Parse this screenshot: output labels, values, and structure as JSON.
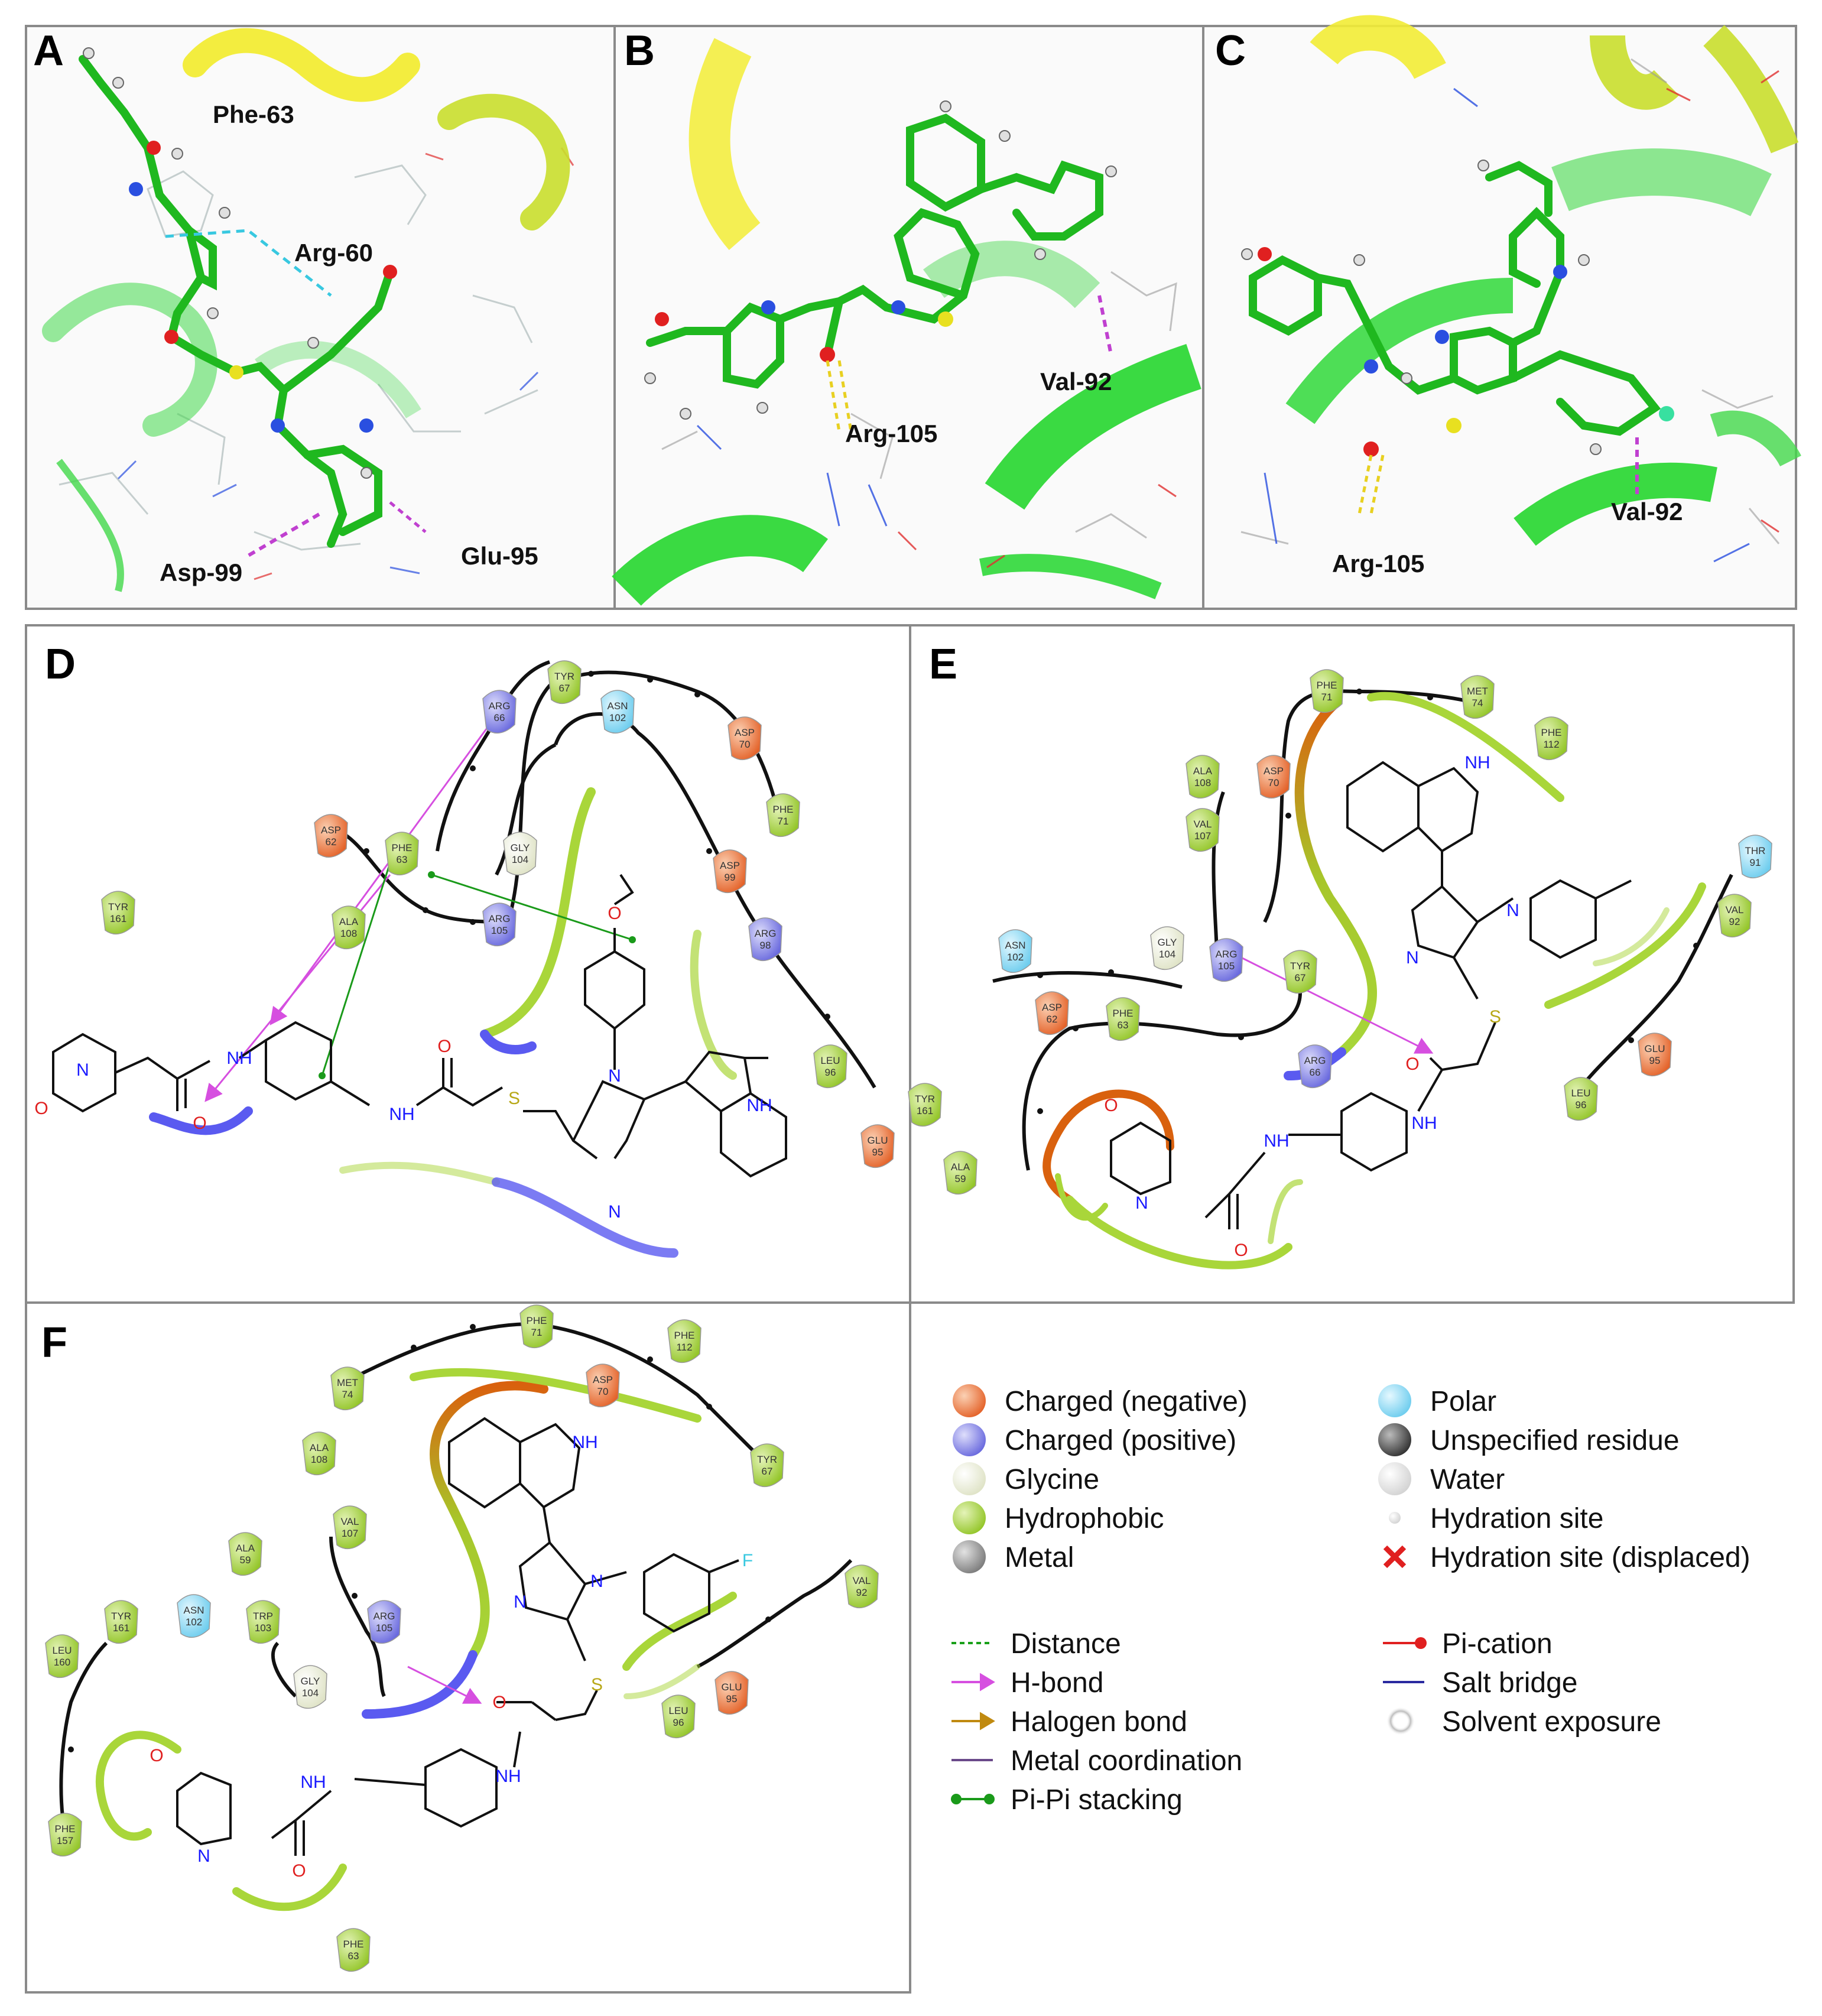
{
  "panels": {
    "A": {
      "letter": "A",
      "residues": [
        "Phe-63",
        "Arg-60",
        "Asp-99",
        "Glu-95"
      ]
    },
    "B": {
      "letter": "B",
      "residues": [
        "Val-92",
        "Arg-105"
      ]
    },
    "C": {
      "letter": "C",
      "residues": [
        "Arg-105",
        "Val-92"
      ]
    },
    "D": {
      "letter": "D"
    },
    "E": {
      "letter": "E"
    },
    "F": {
      "letter": "F"
    }
  },
  "colors": {
    "negative": "#ef7f3b",
    "positive": "#8f8fee",
    "glycine": "#f2f4e3",
    "hydrophobic": "#a9d63a",
    "polar": "#8fdcf3",
    "helix_green": "#42d84a",
    "helix_yellow": "#f2ec35",
    "hbond": "#d64fe0",
    "pipi": "#1a9a1a"
  },
  "residues_D": [
    {
      "name": "TYR",
      "num": "67",
      "type": "hydrophobic"
    },
    {
      "name": "ARG",
      "num": "66",
      "type": "positive"
    },
    {
      "name": "ASN",
      "num": "102",
      "type": "polar"
    },
    {
      "name": "ASP",
      "num": "70",
      "type": "negative"
    },
    {
      "name": "PHE",
      "num": "71",
      "type": "hydrophobic"
    },
    {
      "name": "ASP",
      "num": "62",
      "type": "negative"
    },
    {
      "name": "PHE",
      "num": "63",
      "type": "hydrophobic"
    },
    {
      "name": "GLY",
      "num": "104",
      "type": "glycine"
    },
    {
      "name": "TYR",
      "num": "161",
      "type": "hydrophobic"
    },
    {
      "name": "ALA",
      "num": "108",
      "type": "hydrophobic"
    },
    {
      "name": "ARG",
      "num": "105",
      "type": "positive"
    },
    {
      "name": "ASP",
      "num": "99",
      "type": "negative"
    },
    {
      "name": "ARG",
      "num": "98",
      "type": "positive"
    },
    {
      "name": "LEU",
      "num": "96",
      "type": "hydrophobic"
    },
    {
      "name": "GLU",
      "num": "95",
      "type": "negative"
    }
  ],
  "residues_E": [
    {
      "name": "PHE",
      "num": "71",
      "type": "hydrophobic"
    },
    {
      "name": "MET",
      "num": "74",
      "type": "hydrophobic"
    },
    {
      "name": "PHE",
      "num": "112",
      "type": "hydrophobic"
    },
    {
      "name": "ALA",
      "num": "108",
      "type": "hydrophobic"
    },
    {
      "name": "ASP",
      "num": "70",
      "type": "negative"
    },
    {
      "name": "VAL",
      "num": "107",
      "type": "hydrophobic"
    },
    {
      "name": "THR",
      "num": "91",
      "type": "polar"
    },
    {
      "name": "VAL",
      "num": "92",
      "type": "hydrophobic"
    },
    {
      "name": "ASN",
      "num": "102",
      "type": "polar"
    },
    {
      "name": "GLY",
      "num": "104",
      "type": "glycine"
    },
    {
      "name": "ARG",
      "num": "105",
      "type": "positive"
    },
    {
      "name": "TYR",
      "num": "67",
      "type": "hydrophobic"
    },
    {
      "name": "ASP",
      "num": "62",
      "type": "negative"
    },
    {
      "name": "PHE",
      "num": "63",
      "type": "hydrophobic"
    },
    {
      "name": "ARG",
      "num": "66",
      "type": "positive"
    },
    {
      "name": "GLU",
      "num": "95",
      "type": "negative"
    },
    {
      "name": "LEU",
      "num": "96",
      "type": "hydrophobic"
    },
    {
      "name": "TYR",
      "num": "161",
      "type": "hydrophobic"
    },
    {
      "name": "ALA",
      "num": "59",
      "type": "hydrophobic"
    }
  ],
  "residues_F": [
    {
      "name": "PHE",
      "num": "71",
      "type": "hydrophobic"
    },
    {
      "name": "PHE",
      "num": "112",
      "type": "hydrophobic"
    },
    {
      "name": "MET",
      "num": "74",
      "type": "hydrophobic"
    },
    {
      "name": "ASP",
      "num": "70",
      "type": "negative"
    },
    {
      "name": "TYR",
      "num": "67",
      "type": "hydrophobic"
    },
    {
      "name": "ALA",
      "num": "108",
      "type": "hydrophobic"
    },
    {
      "name": "VAL",
      "num": "107",
      "type": "hydrophobic"
    },
    {
      "name": "ALA",
      "num": "59",
      "type": "hydrophobic"
    },
    {
      "name": "TYR",
      "num": "161",
      "type": "hydrophobic"
    },
    {
      "name": "ASN",
      "num": "102",
      "type": "polar"
    },
    {
      "name": "TRP",
      "num": "103",
      "type": "hydrophobic"
    },
    {
      "name": "ARG",
      "num": "105",
      "type": "positive"
    },
    {
      "name": "VAL",
      "num": "92",
      "type": "hydrophobic"
    },
    {
      "name": "LEU",
      "num": "160",
      "type": "hydrophobic"
    },
    {
      "name": "GLY",
      "num": "104",
      "type": "glycine"
    },
    {
      "name": "GLU",
      "num": "95",
      "type": "negative"
    },
    {
      "name": "LEU",
      "num": "96",
      "type": "hydrophobic"
    },
    {
      "name": "PHE",
      "num": "157",
      "type": "hydrophobic"
    },
    {
      "name": "PHE",
      "num": "63",
      "type": "hydrophobic"
    }
  ],
  "atoms": {
    "N": "N",
    "O": "O",
    "S": "S",
    "H": "H",
    "NH": "NH",
    "F": "F"
  },
  "legend": {
    "residue_types": [
      {
        "label": "Charged (negative)",
        "color": "#ef7f3b"
      },
      {
        "label": "Charged (positive)",
        "color": "#8f8fee"
      },
      {
        "label": "Glycine",
        "color": "#f2f4e3"
      },
      {
        "label": "Hydrophobic",
        "color": "#a9d63a"
      },
      {
        "label": "Metal",
        "color": "#9a9a9a"
      },
      {
        "label": "Polar",
        "color": "#8fdcf3"
      },
      {
        "label": "Unspecified residue",
        "color": "#555555"
      },
      {
        "label": "Water",
        "color": "#e8e8e8"
      },
      {
        "label": "Hydration site",
        "color": "#ffffff"
      },
      {
        "label": "Hydration site (displaced)",
        "color": "#e02020"
      }
    ],
    "interactions": [
      {
        "label": "Distance",
        "color": "#1aa01a"
      },
      {
        "label": "H-bond",
        "color": "#d64fe0"
      },
      {
        "label": "Halogen bond",
        "color": "#c08a10"
      },
      {
        "label": "Metal coordination",
        "color": "#6a4a8a"
      },
      {
        "label": "Pi-Pi stacking",
        "color": "#1a9a1a"
      },
      {
        "label": "Pi-cation",
        "color": "#e02020"
      },
      {
        "label": "Salt bridge",
        "color": "#2a2aa0"
      },
      {
        "label": "Solvent exposure",
        "color": "#bbbbbb"
      }
    ]
  }
}
